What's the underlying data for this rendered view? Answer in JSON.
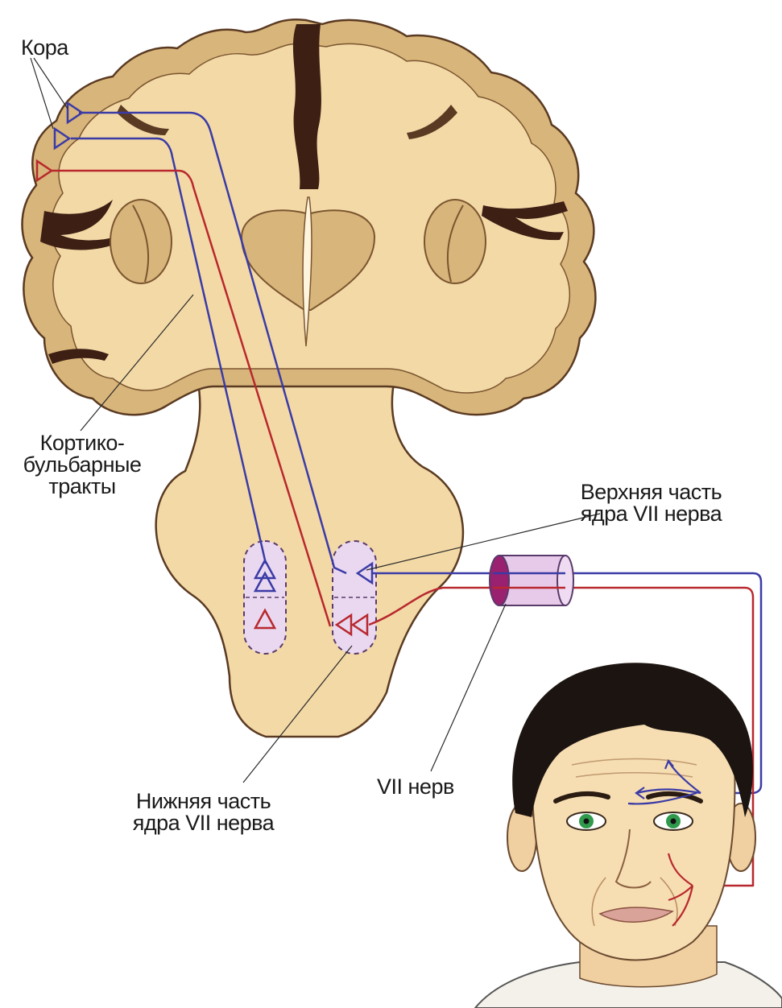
{
  "labels": {
    "cortex": "Кора",
    "corticobulbar": "Кортико-\nбульбарные\nтракты",
    "upper_nucleus": "Верхняя часть\nядра VII нерва",
    "lower_nucleus": "Нижняя часть\nядра VII нерва",
    "nerve": "VII нерв"
  },
  "colors": {
    "tissue": "#f3d9a6",
    "cortex_band": "#d8b57a",
    "sulcus": "#3d1f14",
    "outline": "#5a3a22",
    "blue_tract": "#3b3ba6",
    "red_tract": "#b8282e",
    "nucleus_fill": "#e9d8f0",
    "nerve_sheath": "#e7c9ea",
    "skin": "#f6ddb2",
    "hair": "#1c1410",
    "iris": "#2f9a4c"
  }
}
